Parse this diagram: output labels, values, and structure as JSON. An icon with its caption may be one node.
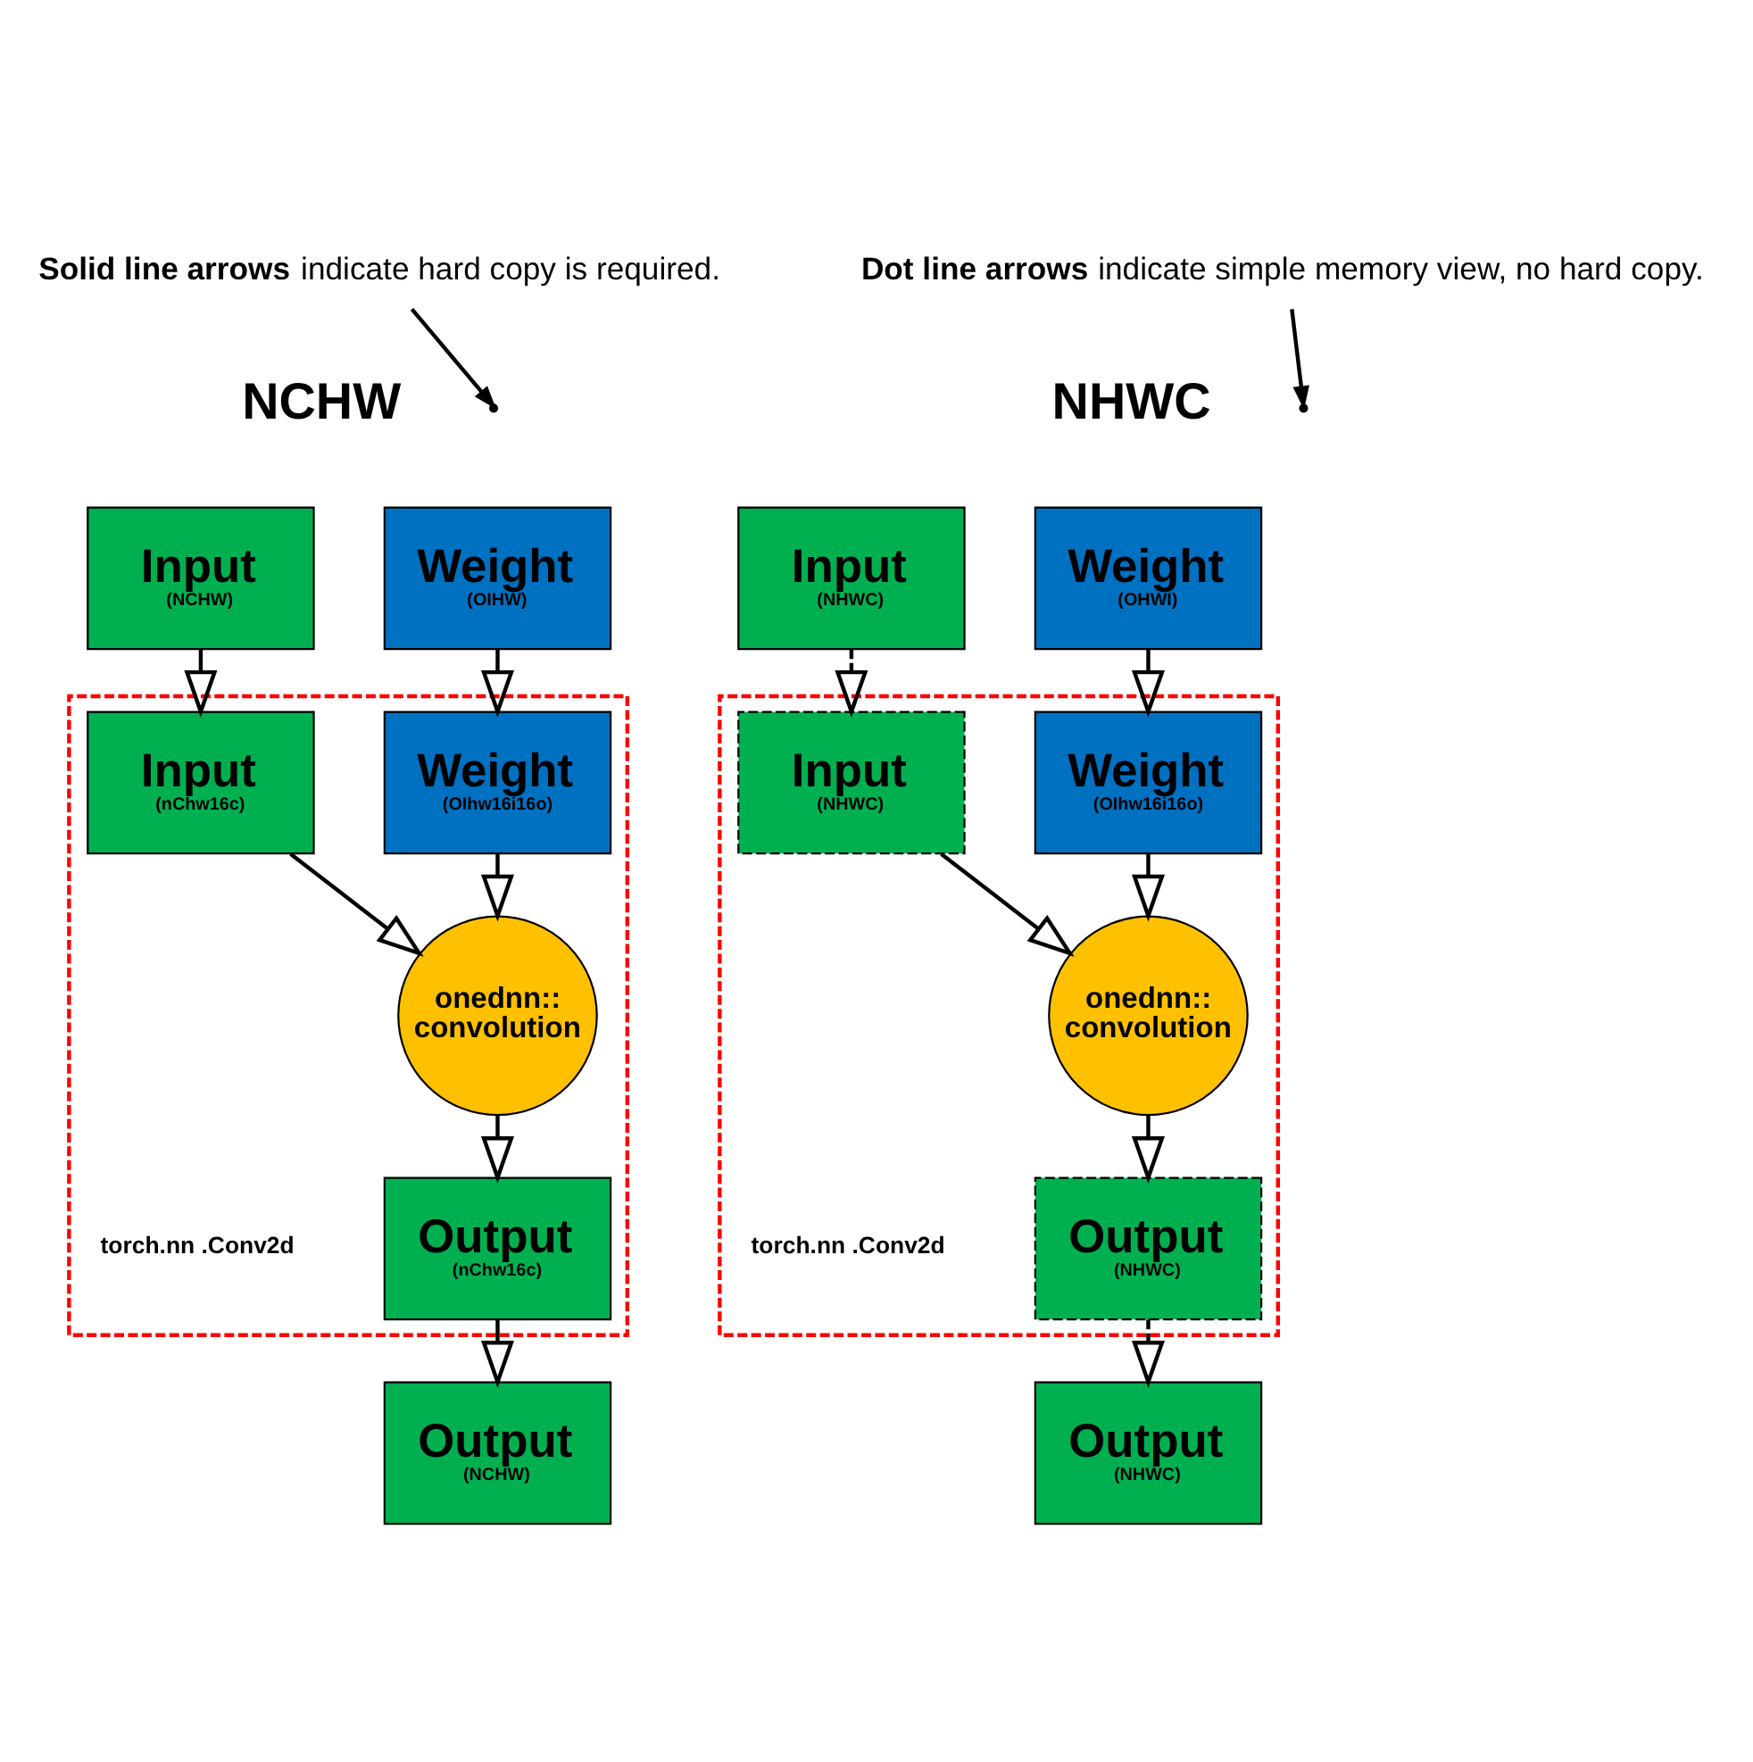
{
  "diagram": {
    "nodes": [
      {
        "text": [
          "**Solid line arrows** indicate hard copy is required."
        ]
      },
      {
        "text": [
          "**Dot line arrows** indicate simple memory view, no hard copy."
        ]
      },
      {
        "text": [
          "Input",
          "(NCHW)"
        ]
      },
      {
        "text": [
          "Weight",
          "(OIHW)"
        ]
      },
      {
        "text": [],
        "shape": "box",
        "beside": [
          "torch.nn .Conv2d"
        ]
      },
      {
        "text": [
          "Input",
          "(nChw16c)"
        ],
        "in": 4
      },
      {
        "text": [
          "Weight",
          "(OIhw16i16o)"
        ],
        "in": 4
      },
      {
        "text": [
          "onednn:: convolution"
        ],
        "in": 4
      },
      {
        "text": [
          "Output",
          "(nChw16c)"
        ],
        "in": 4
      },
      {
        "text": [
          "Output",
          "(NCHW)"
        ]
      },
      {
        "text": [
          "Input",
          "(NHWC)"
        ]
      },
      {
        "text": [
          "Weight",
          "(OHWI)"
        ]
      },
      {
        "text": [],
        "shape": "box",
        "beside": [
          "torch.nn .Conv2d"
        ]
      },
      {
        "text": [
          "Input",
          "(NHWC)"
        ],
        "in": 12
      },
      {
        "text": [
          "Weight",
          "(OIhw16i16o)"
        ],
        "in": 12
      },
      {
        "text": [
          "onednn:: convolution"
        ],
        "in": 12
      },
      {
        "text": [
          "Output",
          "(NHWC)"
        ],
        "in": 12
      },
      {
        "text": [
          "Output",
          "(NHWC)"
        ]
      }
    ],
    "edges": [
      {
        "from": 0,
        "to": null,
        "arrow": "to"
      },
      {
        "from": 1,
        "to": null,
        "arrow": "to"
      },
      {
        "from": 2,
        "to": 5,
        "arrow": "to"
      },
      {
        "from": 3,
        "to": 6,
        "arrow": "to"
      },
      {
        "from": 5,
        "to": 7,
        "arrow": "to"
      },
      {
        "from": 6,
        "to": 7,
        "arrow": "to"
      },
      {
        "from": 7,
        "to": 8,
        "arrow": "to"
      },
      {
        "from": 8,
        "to": 9,
        "arrow": "to"
      },
      {
        "from": 10,
        "to": 13,
        "arrow": "to",
        "style": "dashed"
      },
      {
        "from": 11,
        "to": 14,
        "arrow": "to"
      },
      {
        "from": 13,
        "to": 15,
        "arrow": "to"
      },
      {
        "from": 14,
        "to": 15,
        "arrow": "to"
      },
      {
        "from": 15,
        "to": 16,
        "arrow": "to"
      },
      {
        "from": 16,
        "to": 17,
        "arrow": "to",
        "style": "dashed"
      }
    ],
    "labels": [
      "NCHW",
      "NHWC"
    ]
  }
}
